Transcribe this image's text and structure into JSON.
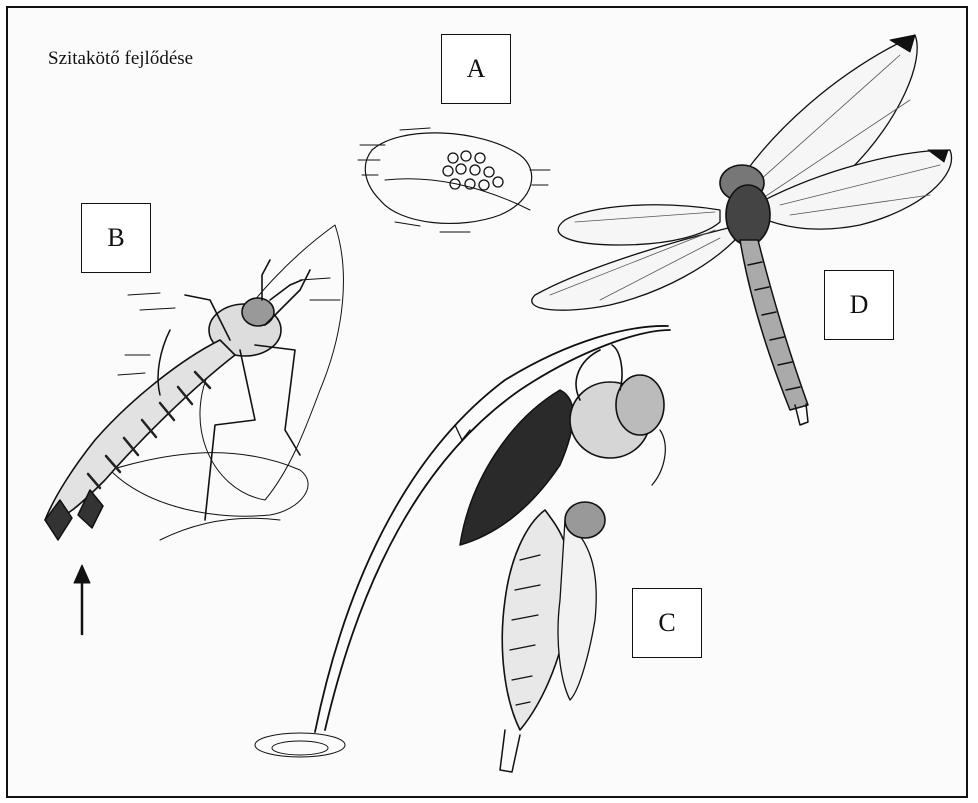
{
  "title": "Szitakötő fejlődése",
  "labels": {
    "a": "A",
    "b": "B",
    "c": "C",
    "d": "D"
  },
  "colors": {
    "ink": "#111111",
    "paper": "#fbfbfb"
  }
}
